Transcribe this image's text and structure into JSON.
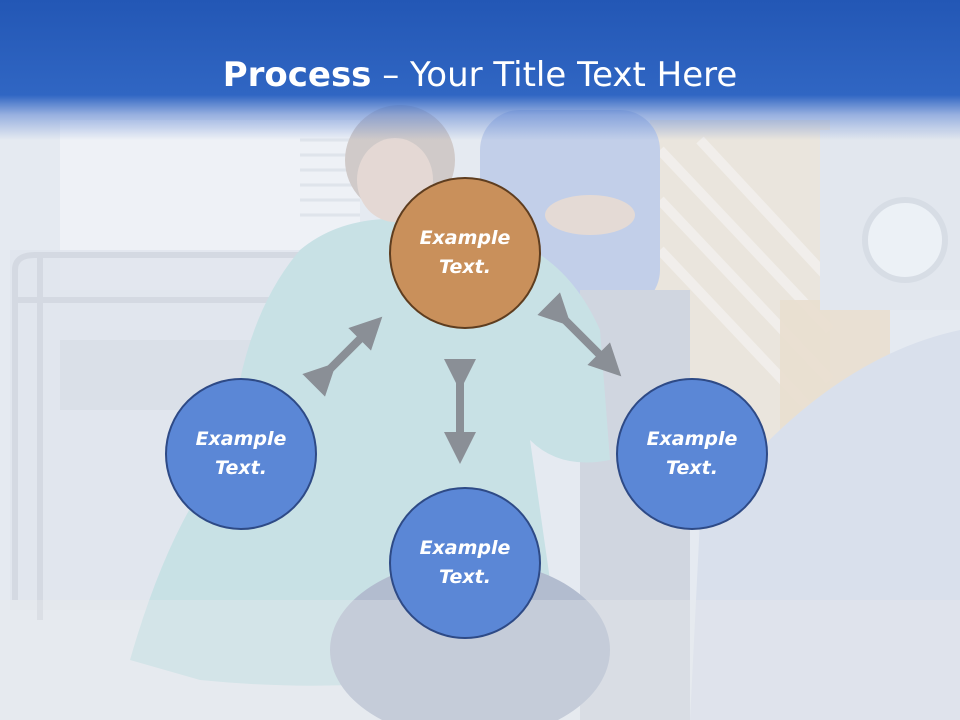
{
  "title": {
    "bold": "Process",
    "rest": " – Your Title Text Here"
  },
  "nodes": [
    {
      "id": "top",
      "label_line1": "Example",
      "label_line2": "Text.",
      "color": "#c9905b"
    },
    {
      "id": "left",
      "label_line1": "Example",
      "label_line2": "Text.",
      "color": "#5b87d6"
    },
    {
      "id": "right",
      "label_line1": "Example",
      "label_line2": "Text.",
      "color": "#5b87d6"
    },
    {
      "id": "bottom",
      "label_line1": "Example",
      "label_line2": "Text.",
      "color": "#5b87d6"
    }
  ],
  "colors": {
    "title_bar": "#2357b5",
    "arrow": "#8a8f96"
  }
}
